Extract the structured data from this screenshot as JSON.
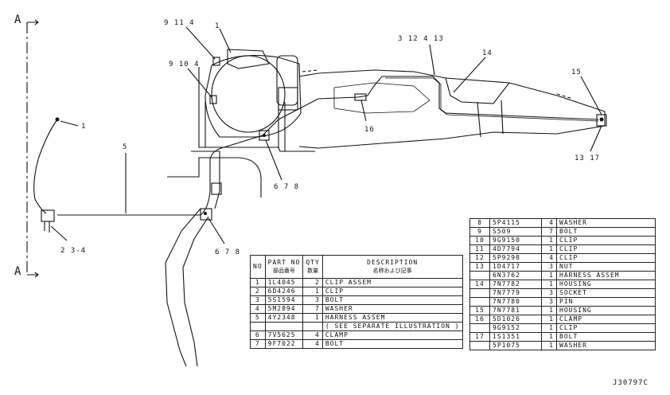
{
  "section_marks": {
    "top": "A",
    "bottom": "A"
  },
  "callouts": {
    "c_9_11_4": "9 11 4",
    "c_1_top": "1",
    "c_9_10_4": "9 10 4",
    "c_3_12_4_13": "3 12 4 13",
    "c_14": "14",
    "c_15": "15",
    "c_16": "16",
    "c_13_17": "13 17",
    "c_1_left": "1",
    "c_5": "5",
    "c_678_upper": "6 7 8",
    "c_678_lower": "6 7 8",
    "c_234": "2 3-4"
  },
  "drawing_code": "J30797C",
  "parts_table_left": {
    "headers": {
      "no": "NO",
      "part_no": "PART NO",
      "part_no_jp": "部品番号",
      "qty": "QTY",
      "qty_jp": "数量",
      "description": "DESCRIPTION",
      "description_jp": "名称および記事"
    },
    "rows": [
      {
        "no": "1",
        "part": "1L4045",
        "qty": "2",
        "desc": "CLIP ASSEM"
      },
      {
        "no": "2",
        "part": "6D4246",
        "qty": "1",
        "desc": "CLIP"
      },
      {
        "no": "3",
        "part": "5S1594",
        "qty": "3",
        "desc": "BOLT"
      },
      {
        "no": "4",
        "part": "5M2894",
        "qty": "7",
        "desc": "WASHER"
      },
      {
        "no": "5",
        "part": "4Y2348",
        "qty": "1",
        "desc": "HARNESS ASSEM"
      },
      {
        "no": "",
        "part": "",
        "qty": "",
        "desc": "( SEE SEPARATE ILLUSTRATION )"
      },
      {
        "no": "6",
        "part": "7V5625",
        "qty": "4",
        "desc": "CLAMP"
      },
      {
        "no": "7",
        "part": "9F7022",
        "qty": "4",
        "desc": "BOLT"
      }
    ]
  },
  "parts_table_right": {
    "rows": [
      {
        "no": "8",
        "part": "5P4115",
        "qty": "4",
        "desc": "WASHER",
        "indent": 0
      },
      {
        "no": "9",
        "part": "S509",
        "qty": "7",
        "desc": "BOLT",
        "indent": 0
      },
      {
        "no": "10",
        "part": "9G9150",
        "qty": "1",
        "desc": "CLIP",
        "indent": 0
      },
      {
        "no": "11",
        "part": "4D7794",
        "qty": "1",
        "desc": "CLIP",
        "indent": 0
      },
      {
        "no": "12",
        "part": "5P9298",
        "qty": "4",
        "desc": "CLIP",
        "indent": 0
      },
      {
        "no": "13",
        "part": "1D4717",
        "qty": "3",
        "desc": "NUT",
        "indent": 0
      },
      {
        "no": "",
        "part": "6N3762",
        "qty": "1",
        "desc": "HARNESS ASSEM",
        "indent": 0
      },
      {
        "no": "14",
        "part": "7N7782",
        "qty": "1",
        "desc": "HOUSING",
        "indent": 1
      },
      {
        "no": "",
        "part": "7N7779",
        "qty": "3",
        "desc": "SOCKET",
        "indent": 2
      },
      {
        "no": "",
        "part": "7N7780",
        "qty": "3",
        "desc": "PIN",
        "indent": 2
      },
      {
        "no": "15",
        "part": "7N7781",
        "qty": "1",
        "desc": "HOUSING",
        "indent": 1
      },
      {
        "no": "16",
        "part": "5D1026",
        "qty": "1",
        "desc": "CLAMP",
        "indent": 1
      },
      {
        "no": "",
        "part": "9G9152",
        "qty": "1",
        "desc": "CLIP",
        "indent": 0
      },
      {
        "no": "17",
        "part": "1S1351",
        "qty": "1",
        "desc": "BOLT",
        "indent": 0
      },
      {
        "no": "",
        "part": "5P1075",
        "qty": "1",
        "desc": "WASHER",
        "indent": 0
      }
    ]
  }
}
